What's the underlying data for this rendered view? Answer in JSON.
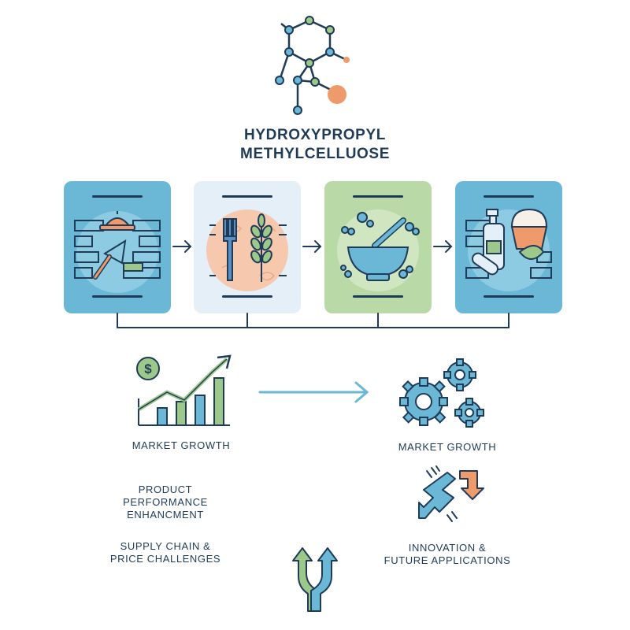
{
  "title": {
    "line1": "HYDROXYPROPYL",
    "line2": "METHYLCELLUOSE"
  },
  "panels": [
    {
      "icon": "construction-trowel-icon",
      "color": "#6bb8d6"
    },
    {
      "icon": "food-fork-wheat-icon",
      "color": "#e4eff7"
    },
    {
      "icon": "pharma-mortar-pestle-icon",
      "color": "#b9d9a6"
    },
    {
      "icon": "personal-care-bottle-icon",
      "color": "#6bb8d6"
    }
  ],
  "labels": {
    "market_growth_left": "MARKET GROWTH",
    "market_growth_right": "MARKET GROWTH",
    "product_performance": [
      "PRODUCT",
      "PERFORMANCE",
      "ENHANCMENT"
    ],
    "supply_chain": [
      "SUPPLY CHAIN &",
      "PRICE CHALLENGES"
    ],
    "innovation": [
      "INNOVATION &",
      "FUTURE APPLICATIONS"
    ]
  },
  "colors": {
    "navy": "#1f3b57",
    "blue": "#6bb8d6",
    "green": "#9cc98a",
    "orange": "#ef9a6a",
    "light": "#e4eff7"
  }
}
